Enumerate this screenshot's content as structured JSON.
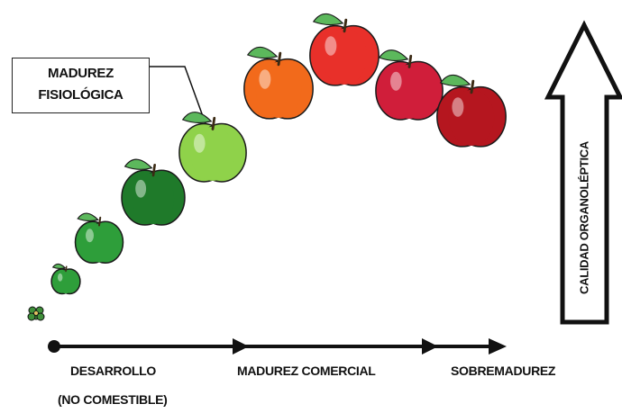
{
  "callout": {
    "line1": "MADUREZ",
    "line2": "FISIOLÓGICA"
  },
  "stages": {
    "development": "DESARROLLO",
    "development_note": "(NO COMESTIBLE)",
    "commercial": "MADUREZ COMERCIAL",
    "overripe": "SOBREMADUREZ"
  },
  "quality_axis": {
    "label": "CALIDAD ORGANOLÉPTICA"
  },
  "colors": {
    "green_dark": "#1f7a2a",
    "green_mid": "#2e9e3a",
    "green_light": "#8fd24a",
    "yellow_green": "#c8e85a",
    "orange": "#f26a1b",
    "red": "#e8302a",
    "crimson": "#d01e3a",
    "dark_red": "#b5161f",
    "leaf": "#5cb85c",
    "axis": "#111111"
  },
  "fruits": [
    {
      "name": "flower-bud",
      "color": "flower"
    },
    {
      "name": "apple-tiny",
      "color": "green_mid"
    },
    {
      "name": "apple-small",
      "color": "green_mid"
    },
    {
      "name": "apple-medium",
      "color": "green_dark"
    },
    {
      "name": "apple-physiological",
      "color": "green_light"
    },
    {
      "name": "apple-orange",
      "color": "orange"
    },
    {
      "name": "apple-red",
      "color": "red"
    },
    {
      "name": "apple-crimson",
      "color": "crimson"
    },
    {
      "name": "apple-overripe",
      "color": "dark_red"
    }
  ]
}
